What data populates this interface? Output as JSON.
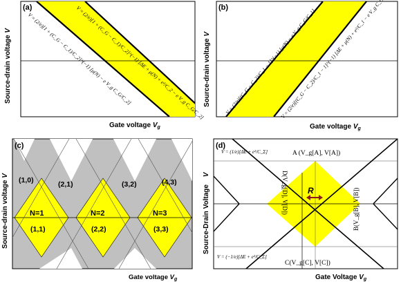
{
  "panel_a": {
    "tag": "(a)",
    "ylabel": "Source-drain voltage",
    "ylabel_sym": "V",
    "xlabel": "Gate voltage",
    "xlabel_sym": "V",
    "xlabel_sub": "g",
    "eq_left": "V = (2/e)[1 + (C_G − C_1)/C_2]^(−1) [μ(N) − e V_g C_G/C_2]",
    "eq_right": "V = (2/e)[1 + (C_G − C_1)/C_2]^(−1) [ΔE + μ(N) + e²/C_2 − e V_g C_G/C_2]"
  },
  "panel_b": {
    "tag": "(b)",
    "ylabel": "Source-drain voltage",
    "ylabel_sym": "V",
    "xlabel": "Gate voltage",
    "xlabel_sym": "V",
    "xlabel_sub": "g",
    "eq_left": "V = (2/e)[(C_G − C_2)/C_1 − 1]^(−1) [μ(N) − e V_g C_G/C_1]",
    "eq_right": "V = (2/e)[(C_G − C_2)/C_1 − 1]^(−1) [ΔE + μ(N) + e²/C_1 − e V_g C_G/C_1]"
  },
  "panel_c": {
    "tag": "(c)",
    "ylabel": "Source-drain voltage",
    "ylabel_sym": "V",
    "xlabel": "Gate voltage",
    "xlabel_sym": "V",
    "xlabel_sub": "g",
    "upper_labels": [
      "(1,0)",
      "(2,1)",
      "(3,2)",
      "(4,3)"
    ],
    "n_labels": [
      "N=1",
      "N=2",
      "N=3"
    ],
    "lower_labels": [
      "(1,1)",
      "(2,2)",
      "(3,3)"
    ]
  },
  "panel_d": {
    "tag": "(d)",
    "ylabel": "Source-Drain Voltage",
    "ylabel_sym": "V",
    "xlabel": "Gate Voltage",
    "xlabel_sym": "V",
    "xlabel_sub": "g",
    "eq_top": "V = (1/e)[ΔE + e²/C_Σ]",
    "eq_bottom": "V = (−1/e)[ΔE + e²/C_Σ]",
    "point_a": "A (V_g[A], V[A])",
    "point_b": "B(V_g[B], V[B])",
    "point_c": "C(V_g[C], V[C])",
    "point_d": "D(V_g[D], V[D])",
    "r_label": "R"
  },
  "colors": {
    "yellow": "#ffff00",
    "gray": "#c0c0c0",
    "arrow": "#8b1a1a",
    "line": "#000000"
  }
}
